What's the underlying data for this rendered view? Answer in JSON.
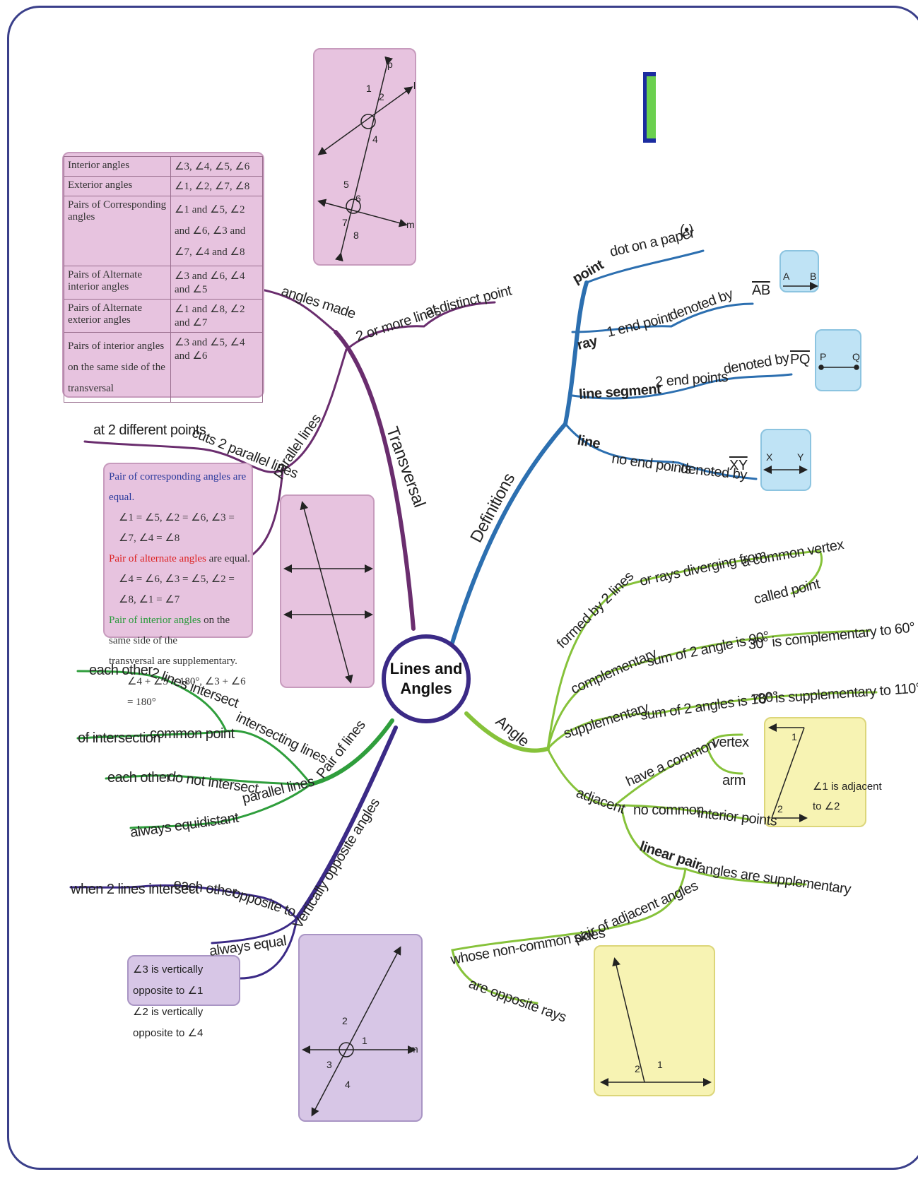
{
  "center": {
    "title": "Lines and Angles"
  },
  "transversal": {
    "branch": "Transversal",
    "angles_made": "angles made",
    "two_or_more": "2 or more lines",
    "distinct_point": "at distinct point",
    "parallel_lines": "parallel lines",
    "cuts_parallel": "cuts 2 parallel lines",
    "two_points": "at 2 different points",
    "table": [
      [
        "Interior angles",
        "∠3, ∠4, ∠5, ∠6"
      ],
      [
        "Exterior angles",
        "∠1, ∠2, ∠7, ∠8"
      ],
      [
        "Pairs of Corresponding angles",
        "∠1 and ∠5, ∠2 and ∠6, ∠3 and ∠7, ∠4 and ∠8"
      ],
      [
        "Pairs of Alternate interior angles",
        "∠3 and ∠6, ∠4 and ∠5"
      ],
      [
        "Pairs of Alternate exterior angles",
        "∠1 and ∠8, ∠2 and ∠7"
      ],
      [
        "Pairs of interior angles on the same side of the transversal",
        "∠3 and ∠5, ∠4 and ∠6"
      ]
    ],
    "rules": {
      "l1": "Pair of corresponding angles are equal.",
      "l2": "∠1 = ∠5, ∠2 = ∠6, ∠3 = ∠7, ∠4 = ∠8",
      "l3a": "Pair of alternate angles",
      "l3b": " are equal.",
      "l4": "∠4 = ∠6, ∠3 = ∠5, ∠2 = ∠8, ∠1 = ∠7",
      "l5a": "Pair of interior angles",
      "l5b": " on the same side of the",
      "l6": "transversal are supplementary.",
      "l7": "∠4 + ∠5 = 180°, ∠3 + ∠6 = 180°"
    }
  },
  "definitions": {
    "branch": "Definitions",
    "point": "point",
    "point_desc": "dot on a paper",
    "point_sym": "(•)",
    "ray": "ray",
    "ray_desc": "1 end point",
    "ray_denoted": "denoted by",
    "ray_sym": "AB",
    "segment": "line segment",
    "segment_desc": "2 end points",
    "segment_denoted": "denoted by",
    "segment_sym": "PQ",
    "line": "line",
    "line_desc": "no end points",
    "line_denoted": "denoted by",
    "line_sym": "XY",
    "ray_a": "A",
    "ray_b": "B",
    "seg_p": "P",
    "seg_q": "Q",
    "line_x": "X",
    "line_y": "Y"
  },
  "angle": {
    "branch": "Angle",
    "formed": "formed by 2 lines",
    "rays": "or rays diverging from",
    "vertex_common": "a common vertex",
    "called_point": "called point",
    "complementary": "complementary",
    "comp_sum": "sum of 2 angle is 90°",
    "comp_eg": "30° is complementary to 60°",
    "supplementary": "supplementary",
    "supp_sum": "sum of 2 angles is 180°",
    "supp_eg": "70° is supplementary to 110°",
    "adjacent": "adjacent",
    "have_common": "have a common",
    "vertex": "vertex",
    "arm": "arm",
    "no_common": "no common",
    "interior_points": "interior points",
    "adj_note1": "∠1 is adjacent",
    "adj_note2": "to ∠2",
    "linear_pair": "linear pair",
    "lp_supp": "angles are supplementary",
    "pair_adj": "pair of adjacent angles",
    "non_common": "whose non-common sides",
    "opp_rays": "are opposite rays"
  },
  "pair_of_lines": {
    "branch": "Pair of lines",
    "intersecting": "intersecting lines",
    "two_intersect": "2 lines intersect",
    "each_other1": "each other",
    "common_point": "common point",
    "of_intersection": "of intersection",
    "parallel": "parallel lines",
    "do_not": "do not intersect",
    "each_other2": "each other",
    "equidistant": "always equidistant"
  },
  "vertically_opposite": {
    "branch": "Vertically opposite angles",
    "opposite_to": "opposite to",
    "each_other": "each other",
    "when_intersect": "when 2 lines intersect",
    "always_equal": "always equal",
    "note1": "∠3 is vertically opposite to ∠1",
    "note2": "∠2 is vertically opposite to ∠4"
  },
  "fig": {
    "n1": "1",
    "n2": "2",
    "n3": "3",
    "n4": "4",
    "n5": "5",
    "n6": "6",
    "n7": "7",
    "n8": "8",
    "l": "l",
    "m": "m",
    "n": "n",
    "p": "p"
  },
  "colors": {
    "transversal": "#6a2d6e",
    "definitions": "#2c6fb0",
    "angle": "#86c23a",
    "pair": "#2f9e3c",
    "vertical": "#3b2a86",
    "frame": "#3a3f8a"
  }
}
